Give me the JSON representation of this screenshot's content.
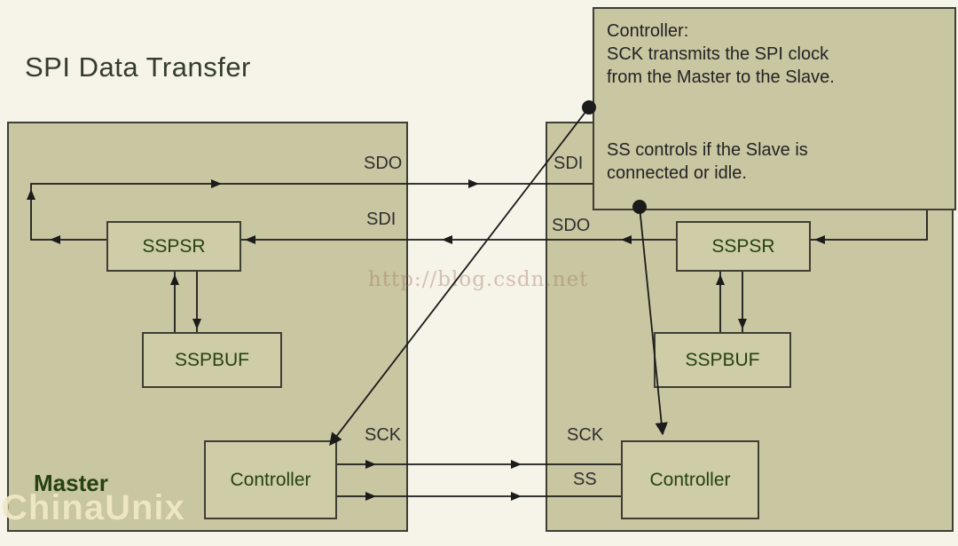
{
  "title": "SPI Data Transfer",
  "master": {
    "label": "Master",
    "sspsr": "SSPSR",
    "sspbuf": "SSPBUF",
    "controller": "Controller"
  },
  "slave": {
    "sspsr": "SSPSR",
    "sspbuf": "SSPBUF",
    "controller": "Controller"
  },
  "signals": {
    "master_sdo": "SDO",
    "slave_sdi": "SDI",
    "master_sdi": "SDI",
    "slave_sdo": "SDO",
    "master_sck": "SCK",
    "slave_sck": "SCK",
    "slave_ss": "SS"
  },
  "callout": {
    "heading": "Controller:",
    "sck_line1": "SCK transmits the SPI clock",
    "sck_line2": "from the Master to the Slave.",
    "ss_line1": "SS controls if the Slave is",
    "ss_line2": "connected or idle."
  },
  "watermarks": {
    "bottom_left": "ChinaUnix",
    "center": "http://blog.csdn.net"
  },
  "colors": {
    "background": "#f6f3e8",
    "block_fill": "#c9c6a2",
    "box_fill": "#cfcca8",
    "border": "#3e3e34",
    "line": "#1b1b1b",
    "label_green": "#25420f"
  }
}
